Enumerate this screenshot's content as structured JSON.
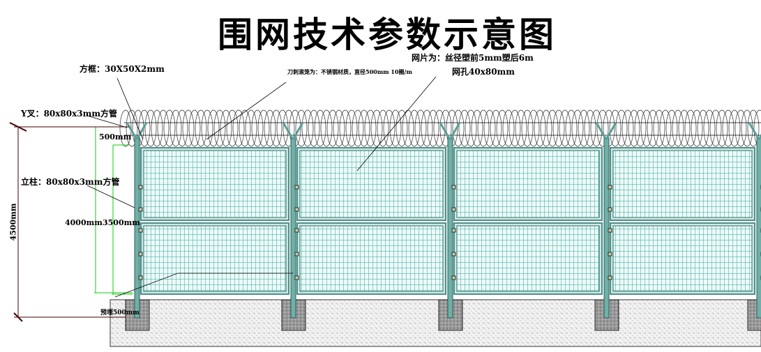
{
  "title": "围网技术参数示意图",
  "labels": {
    "frame": "方框：30X50X2mm",
    "razor": "刀刺滚笼为：不锈钢材质，直径500mm 10圈/m",
    "mesh_wire": "网片为：丝径塑前5mm塑后6m",
    "mesh_hole": "网孔40x80mm",
    "y_arm": "Y叉：80x80x3mm方管",
    "post": "立柱：80x80x3mm方管",
    "dim_500": "500mm",
    "dim_4000": "4000mm",
    "dim_3500": "3500mm",
    "dim_4500": "4500mm",
    "embed": "预埋500mm"
  },
  "colors": {
    "post": "#6fb0a8",
    "mesh": "#2aa59a",
    "dim": "#22dd22"
  }
}
